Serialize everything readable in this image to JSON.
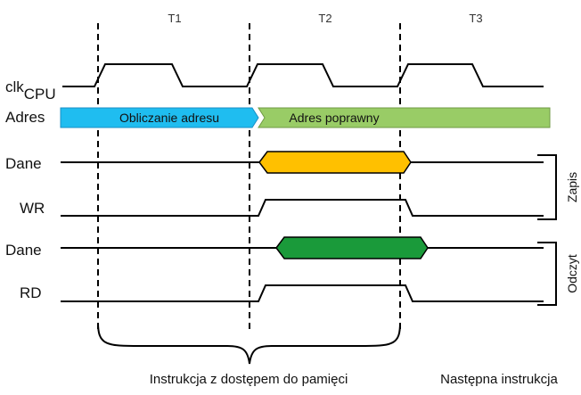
{
  "periods": [
    "T1",
    "T2",
    "T3"
  ],
  "signals": {
    "clk": {
      "main": "clk",
      "sub": "CPU"
    },
    "adres": "Adres",
    "dane_write": "Dane",
    "wr": "WR",
    "dane_read": "Dane",
    "rd": "RD"
  },
  "bands": {
    "address_calc": "Obliczanie adresu",
    "address_valid": "Adres poprawny"
  },
  "groups": {
    "write": "Zapis",
    "read": "Odczyt"
  },
  "bottom": {
    "current_instruction": "Instrukcja z dostępem do pamięci",
    "next_instruction": "Następna instrukcja"
  },
  "colors": {
    "address_calc": "#1fbdf0",
    "address_valid": "#99cc66",
    "write_data": "#ffc000",
    "read_data": "#1a9a3a",
    "line": "#000000",
    "wr_label": "#555555"
  }
}
